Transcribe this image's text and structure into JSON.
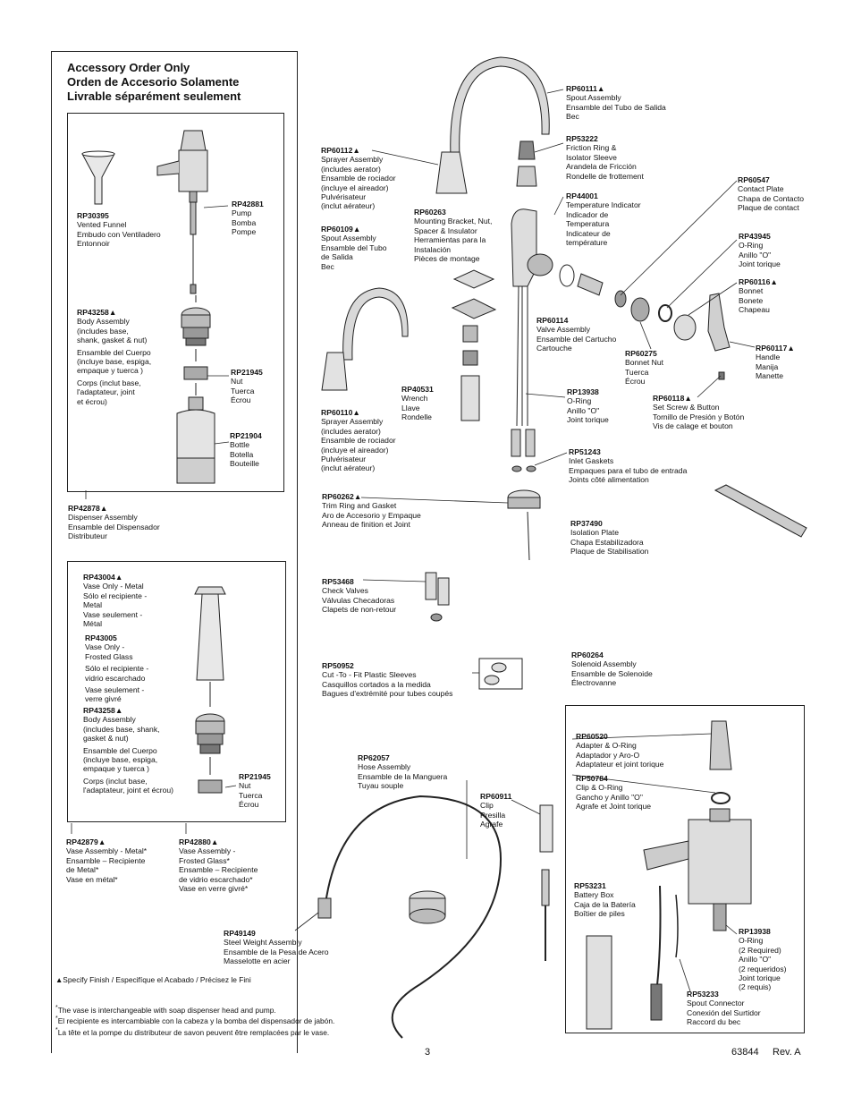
{
  "accessory": {
    "title_en": "Accessory Order Only",
    "title_es": "Orden de Accesorio Solamente",
    "title_fr": "Livrable séparément seulement"
  },
  "parts": {
    "rp30395": {
      "code": "RP30395",
      "lines": [
        "Vented Funnel",
        "Embudo con Ventiladero",
        "Entonnoir"
      ]
    },
    "rp42881": {
      "code": "RP42881",
      "lines": [
        "Pump",
        "Bomba",
        "Pompe"
      ]
    },
    "rp43258a": {
      "code": "RP43258▲",
      "lines": [
        "Body Assembly",
        "(includes base,",
        "shank, gasket & nut)",
        "Ensamble del Cuerpo",
        "(incluye base, espiga,",
        "empaque y tuerca )",
        "Corps (inclut base,",
        "l'adaptateur, joint",
        "et écrou)"
      ]
    },
    "rp21945a": {
      "code": "RP21945",
      "lines": [
        "Nut",
        "Tuerca",
        "Écrou"
      ]
    },
    "rp21904": {
      "code": "RP21904",
      "lines": [
        "Bottle",
        "Botella",
        "Bouteille"
      ]
    },
    "rp42878": {
      "code": "RP42878▲",
      "lines": [
        "Dispenser Assembly",
        "Ensamble del Dispensador",
        "Distributeur"
      ]
    },
    "rp43004": {
      "code": "RP43004▲",
      "lines": [
        "Vase Only - Metal",
        "Sólo el recipiente -",
        "Metal",
        "Vase seulement -",
        "Métal"
      ]
    },
    "rp43005": {
      "code": "RP43005",
      "lines": [
        "Vase Only -",
        "Frosted Glass",
        "Sólo el recipiente -",
        "vidrio escarchado",
        "Vase seulement -",
        "verre givré"
      ]
    },
    "rp43258b": {
      "code": "RP43258▲",
      "lines": [
        "Body Assembly",
        "(includes base, shank,",
        "gasket & nut)",
        "Ensamble del Cuerpo",
        "(incluye base, espiga,",
        "empaque y tuerca )",
        "Corps (inclut base,",
        "l'adaptateur, joint et écrou)"
      ]
    },
    "rp21945b": {
      "code": "RP21945",
      "lines": [
        "Nut",
        "Tuerca",
        "Écrou"
      ]
    },
    "rp42879": {
      "code": "RP42879▲",
      "lines": [
        "Vase Assembly - Metal*",
        "Ensamble – Recipiente",
        "de Metal*",
        "Vase en métal*"
      ]
    },
    "rp42880": {
      "code": "RP42880▲",
      "lines": [
        "Vase Assembly -",
        "Frosted Glass*",
        "Ensamble – Recipiente",
        "de vidrio escarchado*",
        "Vase en verre givré*"
      ]
    },
    "rp60112": {
      "code": "RP60112▲",
      "lines": [
        "Sprayer Assembly",
        "(includes aerator)",
        "Ensamble de rociador",
        "(incluye el aireador)",
        "Pulvérisateur",
        "(inclut aérateur)"
      ]
    },
    "rp60263": {
      "code": "RP60263",
      "lines": [
        "Mounting Bracket, Nut,",
        "Spacer & Insulator",
        "Herramientas para la",
        "Instalación",
        "Pièces de montage"
      ]
    },
    "rp60109": {
      "code": "RP60109▲",
      "lines": [
        "Spout Assembly",
        "Ensamble del Tubo",
        "de Salida",
        "Bec"
      ]
    },
    "rp60110": {
      "code": "RP60110▲",
      "lines": [
        "Sprayer Assembly",
        "(includes aerator)",
        "Ensamble de rociador",
        "(incluye el aireador)",
        "Pulvérisateur",
        "(inclut aérateur)"
      ]
    },
    "rp40531": {
      "code": "RP40531",
      "lines": [
        "Wrench",
        "Llave",
        "Rondelle"
      ]
    },
    "rp60262": {
      "code": "RP60262▲",
      "lines": [
        "Trim Ring and Gasket",
        "Aro de Accesorio y Empaque",
        "Anneau de finition et Joint"
      ]
    },
    "rp60111": {
      "code": "RP60111▲",
      "lines": [
        "Spout Assembly",
        "Ensamble del Tubo de Salida",
        "Bec"
      ]
    },
    "rp53222": {
      "code": "RP53222",
      "lines": [
        "Friction Ring &",
        "Isolator Sleeve",
        "Arandela de Fricción",
        "Rondelle de frottement"
      ]
    },
    "rp44001": {
      "code": "RP44001",
      "lines": [
        "Temperature Indicator",
        "Indicador de",
        "Temperatura",
        "Indicateur de",
        "température"
      ]
    },
    "rp60547": {
      "code": "RP60547",
      "lines": [
        "Contact Plate",
        "Chapa de Contacto",
        "Plaque de contact"
      ]
    },
    "rp43945": {
      "code": "RP43945",
      "lines": [
        "O-Ring",
        "Anillo \"O\"",
        "Joint torique"
      ]
    },
    "rp60116": {
      "code": "RP60116▲",
      "lines": [
        "Bonnet",
        "Bonete",
        "Chapeau"
      ]
    },
    "rp60117": {
      "code": "RP60117▲",
      "lines": [
        "Handle",
        "Manija",
        "Manette"
      ]
    },
    "rp60114": {
      "code": "RP60114",
      "lines": [
        "Valve Assembly",
        "Ensamble del Cartucho",
        "Cartouche"
      ]
    },
    "rp60275": {
      "code": "RP60275",
      "lines": [
        "Bonnet Nut",
        "Tuerca",
        "Écrou"
      ]
    },
    "rp60118": {
      "code": "RP60118▲",
      "lines": [
        "Set Screw & Button",
        "Tornillo de Presión y Botón",
        "Vis de calage et bouton"
      ]
    },
    "rp13938a": {
      "code": "RP13938",
      "lines": [
        "O-Ring",
        "Anillo \"O\"",
        "Joint torique"
      ]
    },
    "rp51243": {
      "code": "RP51243",
      "lines": [
        "Inlet Gaskets",
        "Empaques para el tubo de entrada",
        "Joints côté alimentation"
      ]
    },
    "rp37490": {
      "code": "RP37490",
      "lines": [
        "Isolation Plate",
        "Chapa Estabilizadora",
        "Plaque de Stabilisation"
      ]
    },
    "rp53468": {
      "code": "RP53468",
      "lines": [
        "Check Valves",
        "Válvulas Checadoras",
        "Clapets de non-retour"
      ]
    },
    "rp50952": {
      "code": "RP50952",
      "lines": [
        "Cut -To - Fit Plastic Sleeves",
        "Casquillos cortados a la medida",
        "Bagues d'extrémité pour tubes coupés"
      ]
    },
    "rp60264": {
      "code": "RP60264",
      "lines": [
        "Solenoid Assembly",
        "Ensamble de Solenoide",
        "Électrovanne"
      ]
    },
    "rp60520": {
      "code": "RP60520",
      "lines": [
        "Adapter & O-Ring",
        "Adaptador y Aro-O",
        "Adaptateur et joint torique"
      ]
    },
    "rp50784": {
      "code": "RP50784",
      "lines": [
        "Clip & O-Ring",
        "Gancho y Anillo \"O\"",
        "Agrafe et Joint torique"
      ]
    },
    "rp62057": {
      "code": "RP62057",
      "lines": [
        "Hose Assembly",
        "Ensamble de la Manguera",
        "Tuyau souple"
      ]
    },
    "rp60911": {
      "code": "RP60911",
      "lines": [
        "Clip",
        "Presilla",
        "Agrafe"
      ]
    },
    "rp53231": {
      "code": "RP53231",
      "lines": [
        "Battery Box",
        "Caja de la Batería",
        "Boîtier de piles"
      ]
    },
    "rp13938b": {
      "code": "RP13938",
      "lines": [
        "O-Ring",
        "(2 Required)",
        "Anillo \"O\"",
        "(2 requeridos)",
        "Joint torique",
        "(2 requis)"
      ]
    },
    "rp53233": {
      "code": "RP53233",
      "lines": [
        "Spout Connector",
        "Conexión del Surtidor",
        "Raccord du bec"
      ]
    },
    "rp49149": {
      "code": "RP49149",
      "lines": [
        "Steel Weight Assembly",
        "Ensamble de la Pesa de Acero",
        "Masselotte en acier"
      ]
    }
  },
  "notes": {
    "finish": "▲Specify Finish / Especifíque el Acabado / Précisez le Fini",
    "footnote_en": "The vase is interchangeable with soap dispenser head and pump.",
    "footnote_es": "El recipiente es intercambiable con la cabeza y la bomba del dispensador de jabón.",
    "footnote_fr": "La tête et la pompe du distributeur de savon peuvent être remplacées par le vase."
  },
  "footer": {
    "page_number": "3",
    "doc_number": "63844",
    "revision": "Rev. A"
  }
}
